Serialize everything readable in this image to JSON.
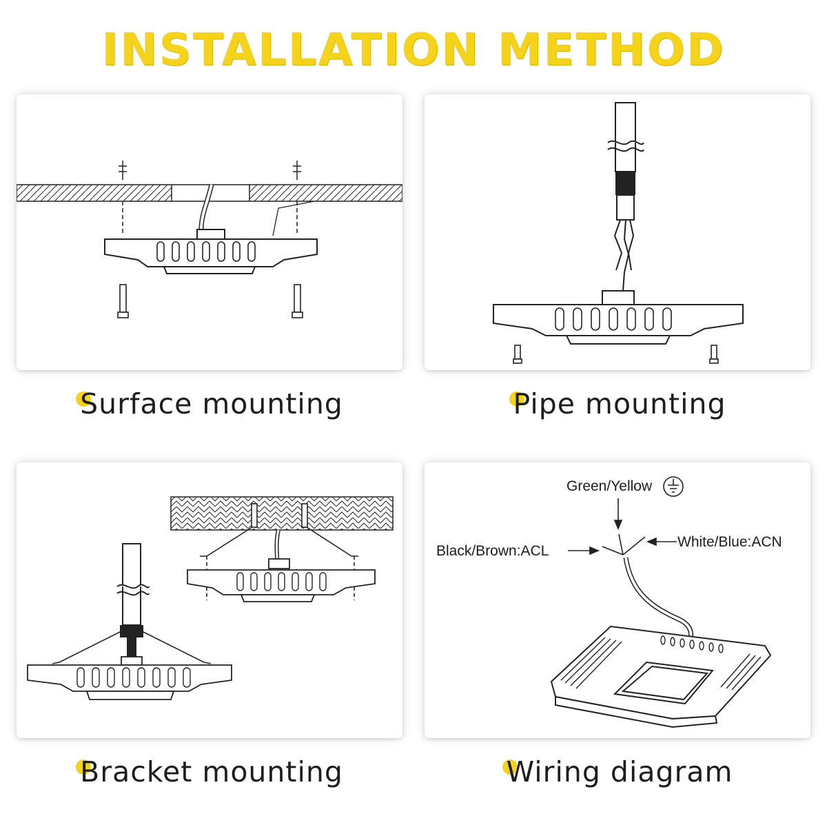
{
  "title": "INSTALLATION METHOD",
  "accent_color": "#f5d31b",
  "panels": [
    {
      "caption": "Surface mounting"
    },
    {
      "caption": "Pipe mounting"
    },
    {
      "caption": "Bracket mounting"
    },
    {
      "caption": "Wiring diagram"
    }
  ],
  "wiring": {
    "ground": "Green/Yellow",
    "live": "Black/Brown:ACL",
    "neutral": "White/Blue:ACN",
    "ground_icon": "ground-symbol-icon"
  }
}
